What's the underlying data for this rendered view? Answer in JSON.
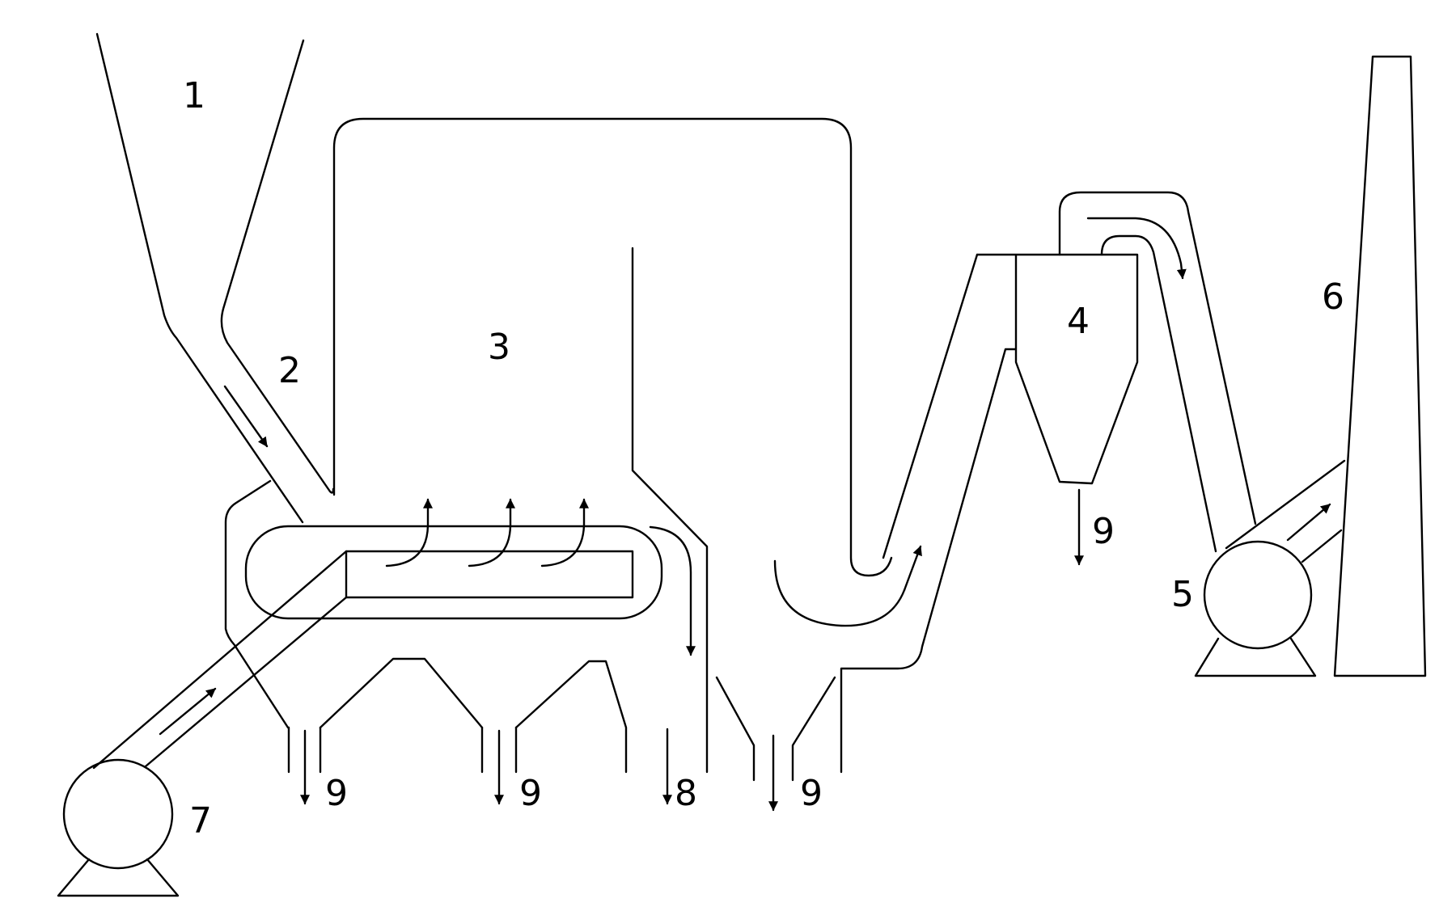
{
  "colors": {
    "line": "#000000",
    "background": "#ffffff"
  },
  "labels": {
    "l1": "1",
    "l2": "2",
    "l3": "3",
    "l4": "4",
    "l5": "5",
    "l6": "6",
    "l7": "7",
    "l8": "8",
    "l9a": "9",
    "l9b": "9",
    "l9c": "9",
    "l9d": "9"
  }
}
